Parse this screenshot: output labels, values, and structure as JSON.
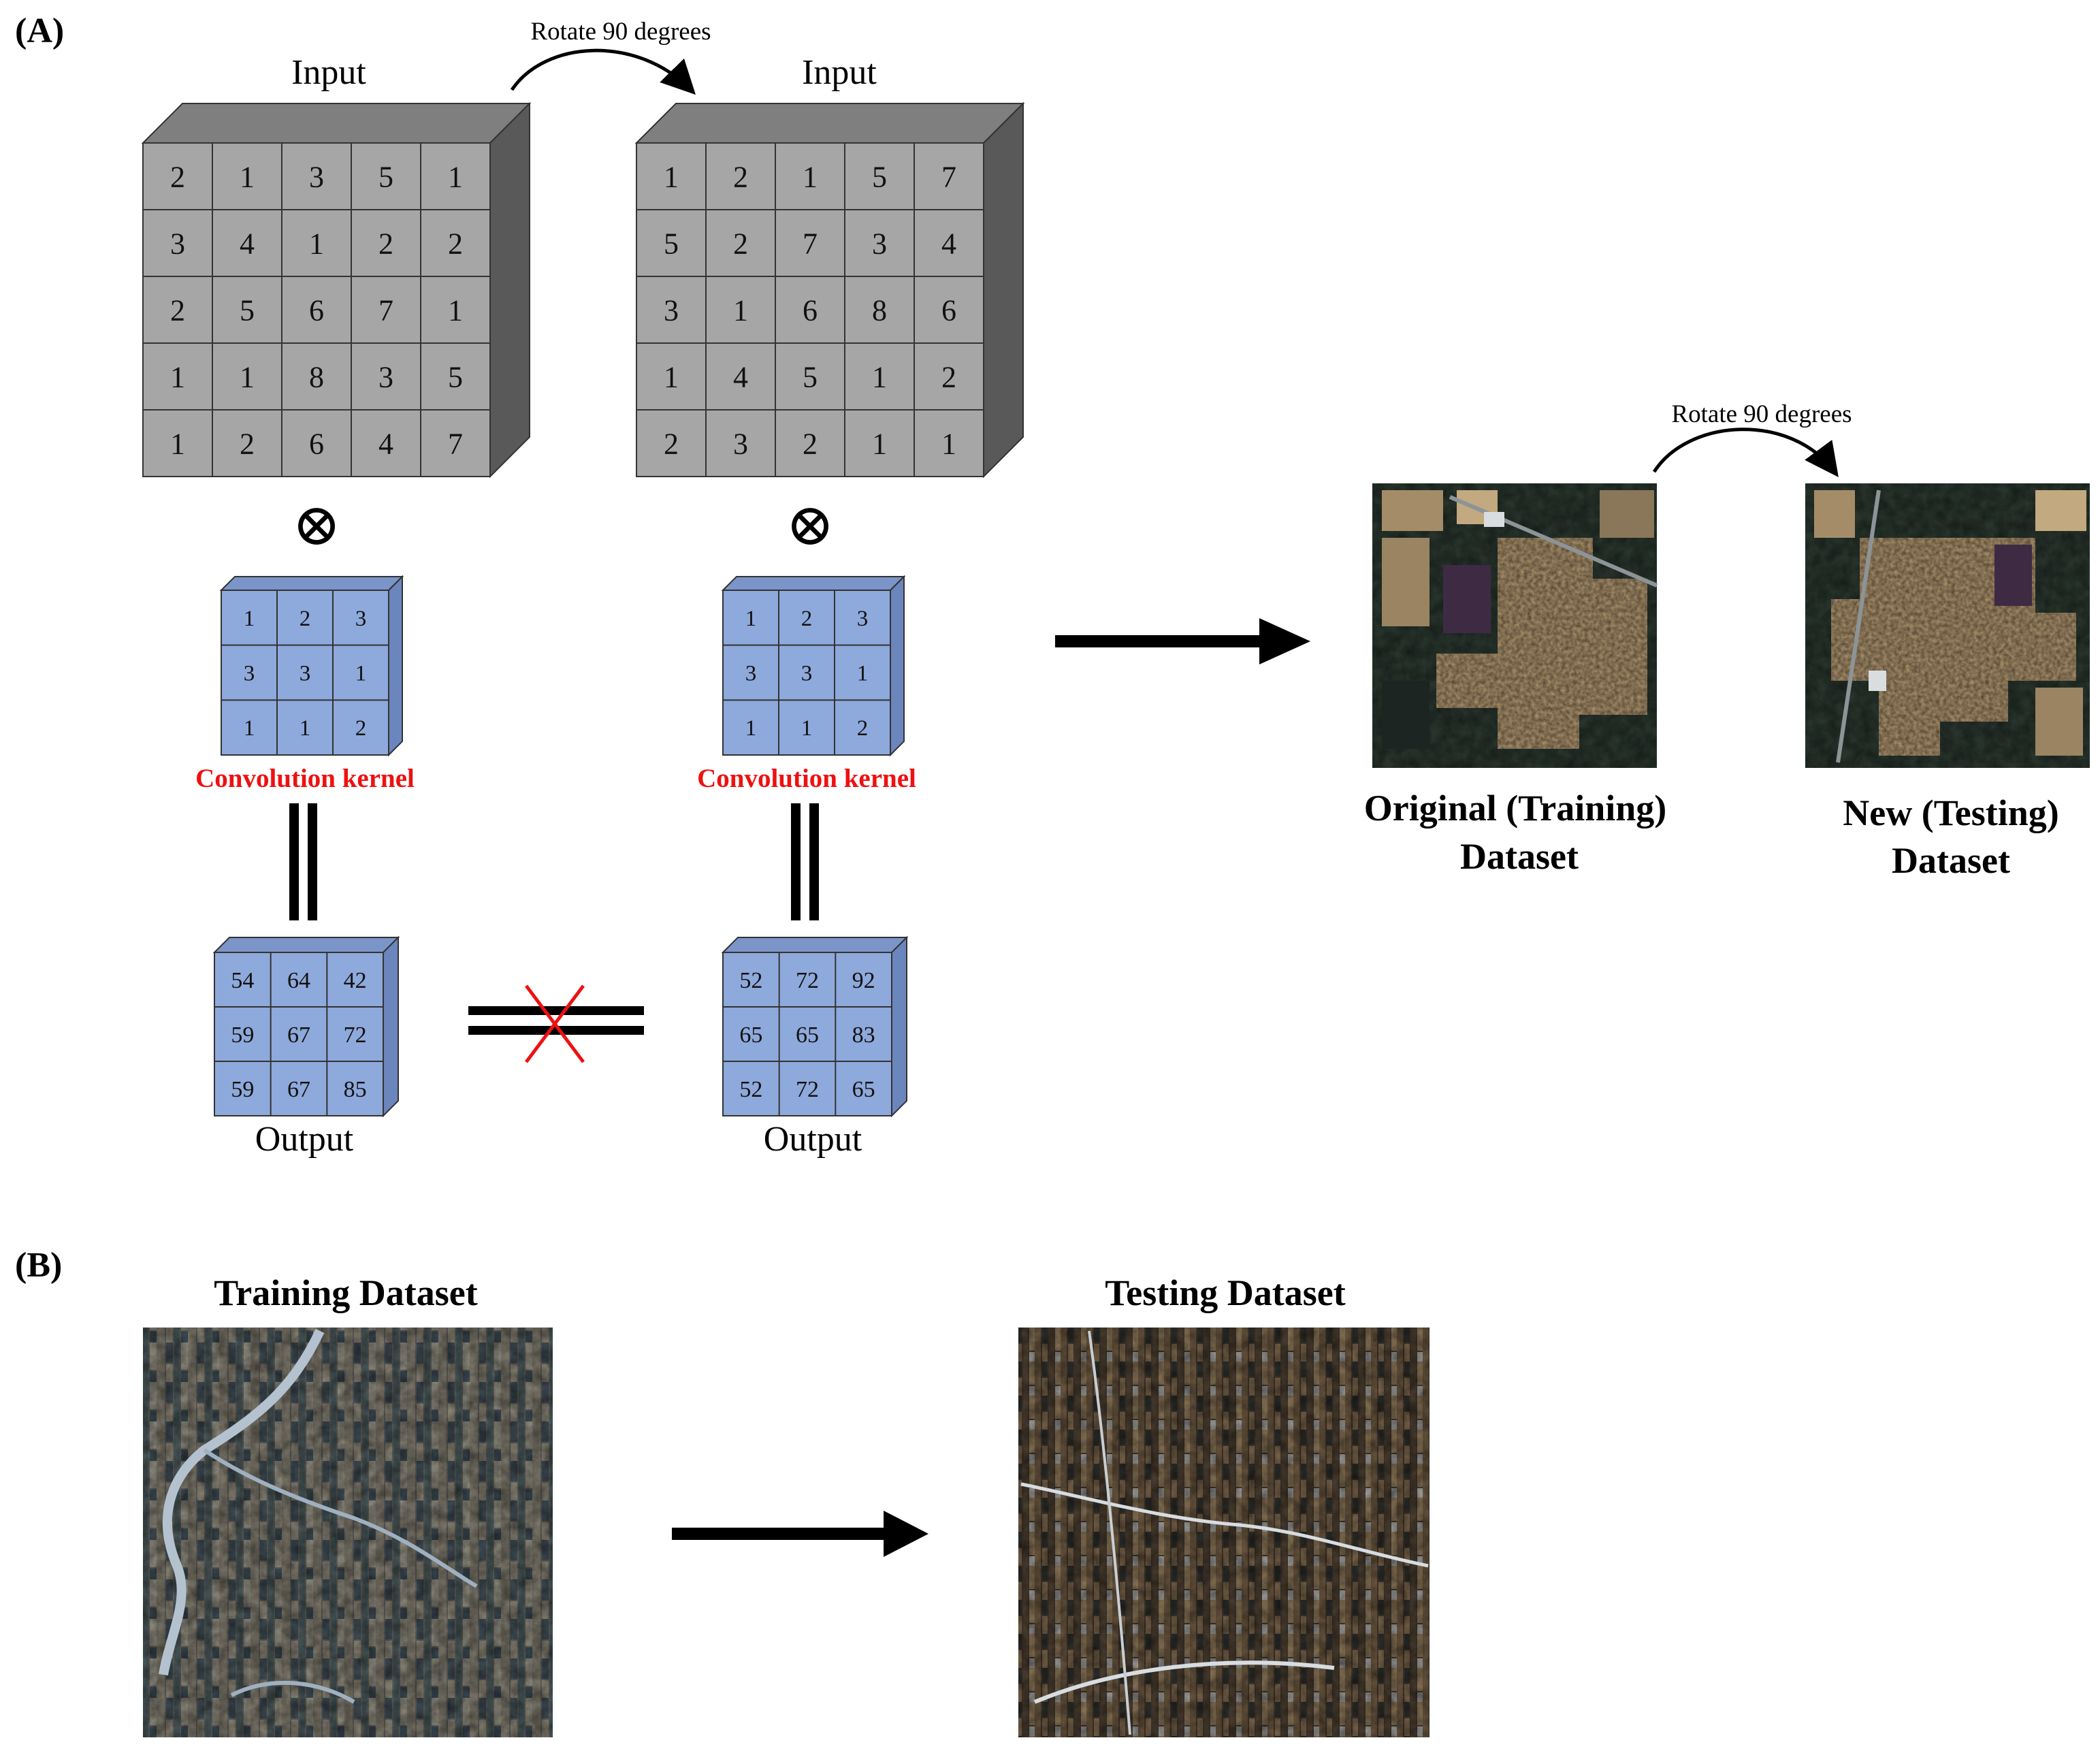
{
  "panel_a": {
    "label": "(A)",
    "rotate_text": "Rotate 90 degrees",
    "input_left": {
      "title": "Input",
      "grid": [
        [
          2,
          1,
          3,
          5,
          1
        ],
        [
          3,
          4,
          1,
          2,
          2
        ],
        [
          2,
          5,
          6,
          7,
          1
        ],
        [
          1,
          1,
          8,
          3,
          5
        ],
        [
          1,
          2,
          6,
          4,
          7
        ]
      ]
    },
    "input_right": {
      "title": "Input",
      "grid": [
        [
          1,
          2,
          1,
          5,
          7
        ],
        [
          5,
          2,
          7,
          3,
          4
        ],
        [
          3,
          1,
          6,
          8,
          6
        ],
        [
          1,
          4,
          5,
          1,
          2
        ],
        [
          2,
          3,
          2,
          1,
          1
        ]
      ]
    },
    "kernel_left": {
      "grid": [
        [
          1,
          2,
          3
        ],
        [
          3,
          3,
          1
        ],
        [
          1,
          1,
          2
        ]
      ],
      "label": "Convolution kernel"
    },
    "kernel_right": {
      "grid": [
        [
          1,
          2,
          3
        ],
        [
          3,
          3,
          1
        ],
        [
          1,
          1,
          2
        ]
      ],
      "label": "Convolution kernel"
    },
    "output_left": {
      "title": "Output",
      "grid": [
        [
          54,
          64,
          42
        ],
        [
          59,
          67,
          72
        ],
        [
          59,
          67,
          85
        ]
      ]
    },
    "output_right": {
      "title": "Output",
      "grid": [
        [
          52,
          72,
          92
        ],
        [
          65,
          65,
          83
        ],
        [
          52,
          72,
          65
        ]
      ]
    },
    "convolution_symbol": "⊗",
    "original_label": [
      "Original (Training)",
      "Dataset"
    ],
    "new_label": [
      "New (Testing)",
      "Dataset"
    ],
    "rotate_text_2": "Rotate 90 degrees"
  },
  "panel_b": {
    "label": "(B)",
    "training_title": "Training Dataset",
    "testing_title": "Testing Dataset"
  },
  "colors": {
    "gray_face": "#a6a6a6",
    "gray_top": "#7f7f7f",
    "gray_side": "#595959",
    "blue_face": "#8ea9db",
    "blue_top": "#7b95c8",
    "blue_side": "#6b85bd",
    "kernel_label": "#ee1111",
    "cross": "#ee1111"
  }
}
